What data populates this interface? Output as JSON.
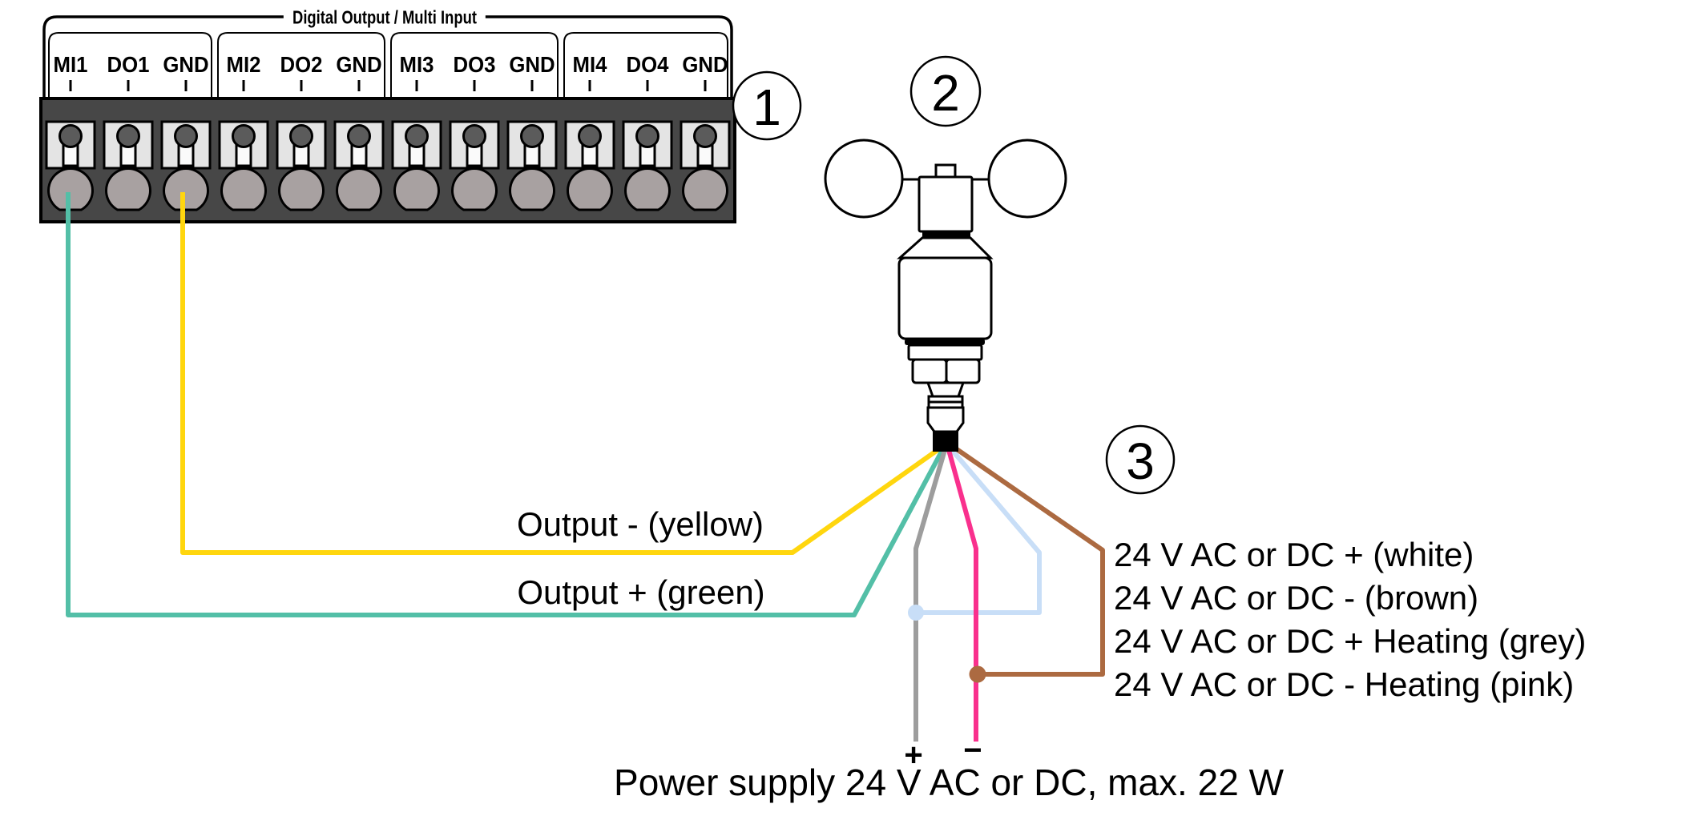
{
  "diagram": {
    "background": "#FFFFFF",
    "bracket_title": "Digital Output / Multi Input",
    "callouts": {
      "terminal_block": "1",
      "sensor": "2",
      "cable": "3"
    },
    "terminal_block": {
      "labels": [
        "MI1",
        "DO1",
        "GND",
        "MI2",
        "DO2",
        "GND",
        "MI3",
        "DO3",
        "GND",
        "MI4",
        "DO4",
        "GND"
      ],
      "colors": {
        "body": "#474747",
        "housing": "#E4E4E4",
        "screw": "#5B5B5B",
        "slot": "#FAFAFA",
        "hole": "#A8A1A1"
      }
    },
    "wire_labels": {
      "output_minus": "Output - (yellow)",
      "output_plus": "Output + (green)",
      "supply_plus_white": "24 V AC or DC + (white)",
      "supply_minus_brown": "24 V AC or DC - (brown)",
      "heating_plus_grey": "24 V AC or DC + Heating (grey)",
      "heating_minus_pink": "24 V AC or DC - Heating (pink)"
    },
    "wire_colors": {
      "yellow": "#FFD60E",
      "green": "#53BFA7",
      "grey": "#9D9D9D",
      "pink": "#F9308D",
      "light_blue": "#C8DEF7",
      "brown": "#AC6A41"
    },
    "power_supply": {
      "plus": "+",
      "minus": "−",
      "label": "Power supply 24 V AC or DC, max. 22 W"
    }
  }
}
